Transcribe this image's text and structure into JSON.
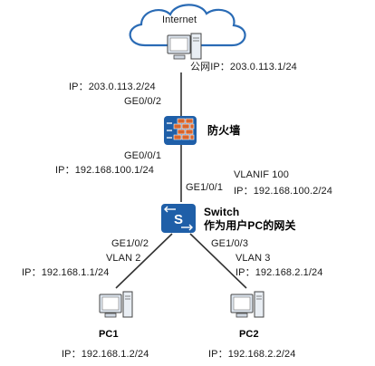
{
  "internet": {
    "label": "Internet",
    "public_ip": "公网IP：203.0.113.1/24"
  },
  "firewall": {
    "name": "防火墙",
    "upper_ip": "IP：203.0.113.2/24",
    "upper_port": "GE0/0/2",
    "lower_port": "GE0/0/1",
    "lower_ip": "IP：192.168.100.1/24"
  },
  "switch": {
    "name_line1": "Switch",
    "name_line2": "作为用户PC的网关",
    "uplink_port": "GE1/0/1",
    "vlanif": "VLANIF 100",
    "vlanif_ip": "IP：192.168.100.2/24",
    "left_port": "GE1/0/2",
    "left_vlan": "VLAN 2",
    "left_ip": "IP：192.168.1.1/24",
    "right_port": "GE1/0/3",
    "right_vlan": "VLAN 3",
    "right_ip": "IP：192.168.2.1/24"
  },
  "pc1": {
    "name": "PC1",
    "ip": "IP：192.168.1.2/24"
  },
  "pc2": {
    "name": "PC2",
    "ip": "IP：192.168.2.2/24"
  },
  "colors": {
    "device_blue": "#1f5fa8",
    "cloud_stroke": "#2a6bb5",
    "firewall_brick": "#d9652b",
    "link": "#333333"
  },
  "icons": {
    "cloud": "cloud-icon",
    "pc": "pc-icon",
    "firewall": "firewall-icon",
    "switch": "switch-icon"
  }
}
